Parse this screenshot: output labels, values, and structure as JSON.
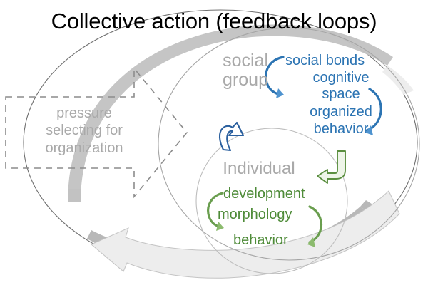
{
  "title": "Collective action (feedback loops)",
  "labels": {
    "social_group": "social\ngroup",
    "individual": "Individual",
    "pressure": "pressure\nselecting for\norganization"
  },
  "social_group_items": [
    "social bonds",
    "cognitive",
    "space",
    "organized",
    "behavior"
  ],
  "individual_items": [
    "development",
    "morphology",
    "behavior"
  ],
  "colors": {
    "blue": "#2c74b3",
    "green": "#4e8b38",
    "gray_text": "#a9a9a9",
    "outline": "#808080",
    "swoosh": "#bfbfbf",
    "swoosh_light": "#ededed",
    "title": "#000000"
  },
  "icons": {
    "outer_ellipse": "collective-boundary",
    "middle_ellipse": "social-group-boundary",
    "inner_circle": "individual-boundary",
    "dashed_arrow": "selection-pressure-arrow",
    "top_swoosh": "upward-feedback-swoosh",
    "bottom_swoosh": "downward-feedback-swoosh",
    "blue_loop_left": "social-feedback-arc-left",
    "blue_loop_right": "social-feedback-arc-right",
    "green_loop_left": "individual-feedback-arc-left",
    "green_loop_right": "individual-feedback-arc-right",
    "blue_up_arrow": "individual-to-group-arrow",
    "green_down_arrow": "group-to-individual-arrow"
  }
}
